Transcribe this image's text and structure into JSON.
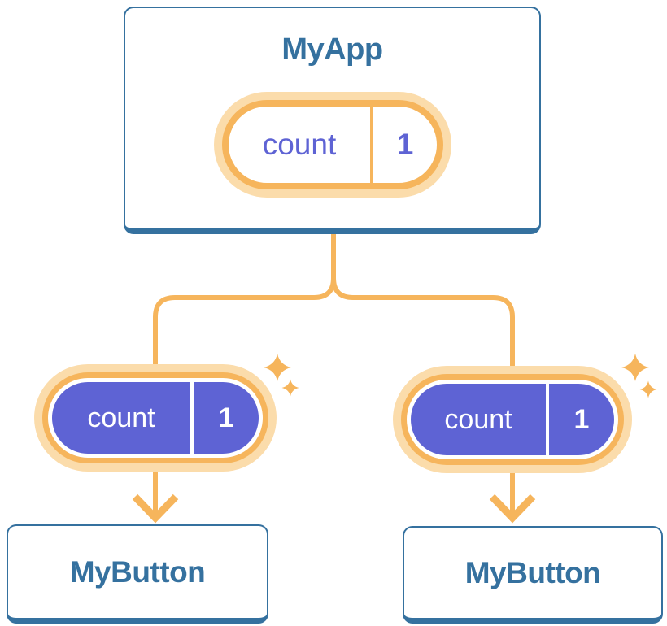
{
  "diagram": {
    "title_hint": "React component tree sharing state",
    "root": {
      "title": "MyApp",
      "state": {
        "name": "count",
        "value": "1"
      },
      "has_sparkle": true
    },
    "children": [
      {
        "title": "MyButton",
        "state": {
          "name": "count",
          "value": "1"
        },
        "has_sparkle": true
      },
      {
        "title": "MyButton",
        "state": {
          "name": "count",
          "value": "1"
        },
        "has_sparkle": true
      }
    ]
  },
  "icons": {
    "sparkles": "four-point-star sparkle",
    "arrow": "downward chevron arrow"
  },
  "colors": {
    "node_border_blue": "#35719f",
    "node_text_blue": "#35719f",
    "state_orange": "#f6b55c",
    "state_orange_pale": "#fbdcab",
    "state_purple": "#5e63d4",
    "pill_text_light": "#ffffff",
    "background": "#ffffff"
  }
}
